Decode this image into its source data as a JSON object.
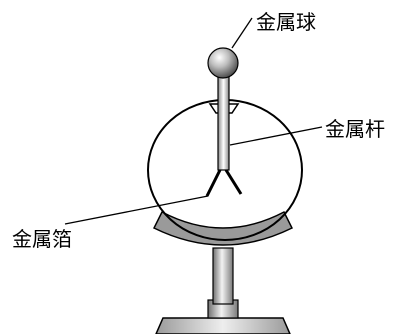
{
  "diagram": {
    "labels": {
      "ball": "金属球",
      "rod": "金属杆",
      "foil": "金属箔"
    },
    "colors": {
      "stroke": "#000000",
      "ball_dark": "#5a5a5a",
      "ball_light": "#e6e6e6",
      "cradle_fill": "#9a9a9a",
      "pillar_dark": "#6f6f6f",
      "pillar_light": "#efefef",
      "base_fill": "#c8c8c8",
      "background": "#ffffff"
    }
  }
}
